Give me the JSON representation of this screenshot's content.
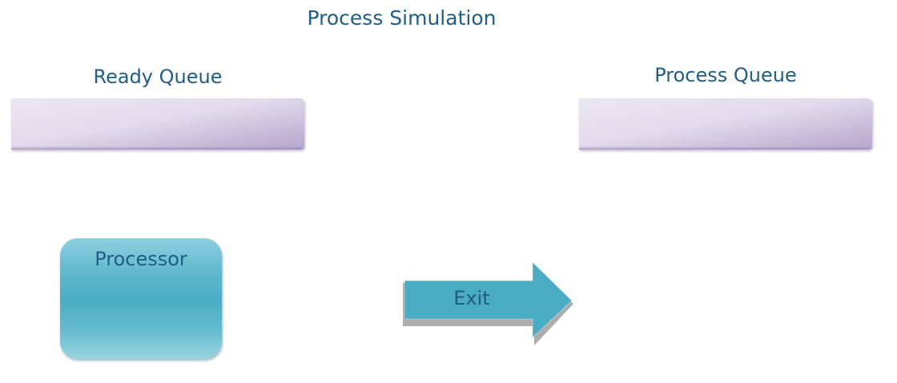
{
  "title": "Process Simulation",
  "ready_queue": {
    "label": "Ready Queue"
  },
  "process_queue": {
    "label": "Process Queue"
  },
  "processor": {
    "label": "Processor"
  },
  "exit": {
    "label": "Exit"
  },
  "colors": {
    "text": "#1f5d86",
    "queue_light": "#e2dcec",
    "queue_dark": "#b7a6cd",
    "processor": "#4aacc4",
    "arrow": "#4aacc4"
  }
}
